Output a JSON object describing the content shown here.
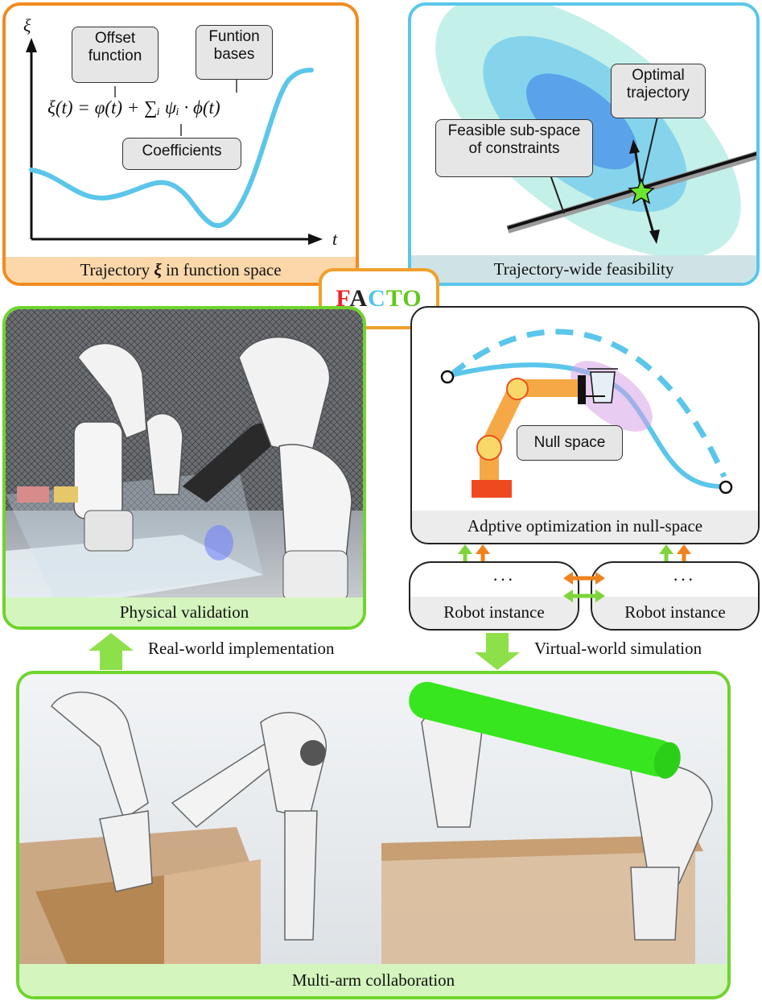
{
  "brand": {
    "letters": [
      "F",
      "A",
      "C",
      "T",
      "O"
    ],
    "colors": [
      "#e8242c",
      "#222222",
      "#49c7ee",
      "#63c91b",
      "#63c91b"
    ]
  },
  "panel_function_space": {
    "caption_prefix": "Trajectory",
    "caption_symbol": "ξ",
    "caption_suffix": "in function space",
    "axis_y": "ξ",
    "axis_x": "t",
    "equation": "ξ(t) = φ(t) + ∑ᵢ ψᵢ · ϕ(t)",
    "bubble_offset_line1": "Offset",
    "bubble_offset_line2": "function",
    "bubble_bases_line1": "Funtion",
    "bubble_bases_line2": "bases",
    "bubble_coefficients": "Coefficients",
    "color_border": "#f08c1e",
    "color_caption_bg": "#fbd7a9"
  },
  "panel_feasibility": {
    "caption": "Trajectory-wide feasibility",
    "bubble_optimal_line1": "Optimal",
    "bubble_optimal_line2": "trajectory",
    "bubble_feasible_line1": "Feasible sub-space",
    "bubble_feasible_line2": "of constraints",
    "color_border": "#5bc6ea",
    "color_caption_bg": "#cfe3e6"
  },
  "panel_physical": {
    "caption": "Physical validation",
    "color_border": "#6fd42c",
    "color_caption_bg": "#d4f5bd"
  },
  "panel_nullspace": {
    "caption": "Adptive optimization in null-space",
    "bubble_null": "Null space"
  },
  "robot_instances": [
    {
      "label": "Robot instance",
      "dots": "···"
    },
    {
      "label": "Robot instance",
      "dots": "···"
    }
  ],
  "arrows": {
    "real_world": "Real-world implementation",
    "virtual_world": "Virtual-world simulation"
  },
  "panel_multiarm": {
    "caption": "Multi-arm collaboration"
  }
}
